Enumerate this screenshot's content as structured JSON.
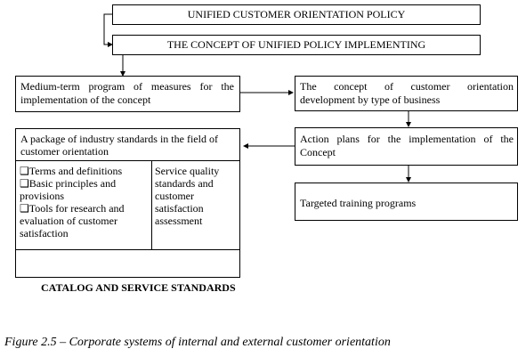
{
  "diagram": {
    "policy": "UNIFIED CUSTOMER ORIENTATION POLICY",
    "concept": "THE CONCEPT OF UNIFIED POLICY IMPLEMENTING",
    "medium_term": [
      "Medium-term program of measures for the",
      "implementation of the concept"
    ],
    "development": [
      "The concept of customer orientation",
      "development by type of business"
    ],
    "package": [
      "A package of industry standards in the field of",
      "customer orientation"
    ],
    "action_plans": [
      "Action plans for the implementation of the",
      "Concept"
    ],
    "left_list": [
      "❑Terms and definitions",
      "❑Basic principles and",
      "provisions",
      "❑Tools for research and",
      "evaluation of customer",
      "satisfaction"
    ],
    "right_list": [
      "Service quality",
      "standards and",
      "customer",
      "satisfaction",
      "assessment"
    ],
    "training": "Targeted training programs",
    "catalog_label": "CATALOG AND SERVICE STANDARDS"
  },
  "caption": "Figure 2.5 – Corporate systems of internal and external customer orientation"
}
